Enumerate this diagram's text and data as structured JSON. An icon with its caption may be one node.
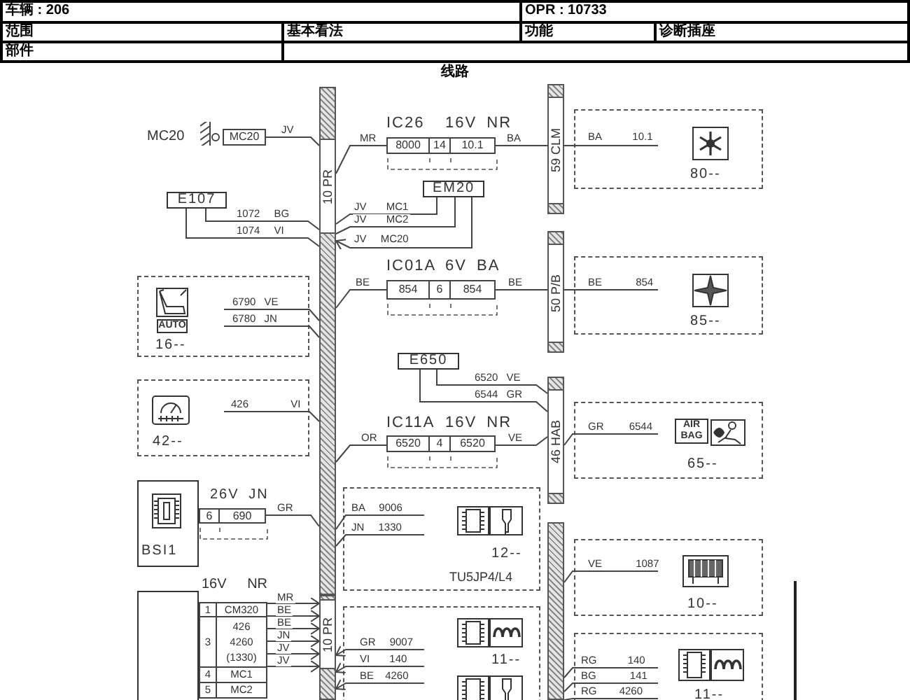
{
  "diagram": {
    "title": "线路",
    "nodes": [
      {
        "text": [
          "MC20"
        ],
        "beside": [
          "MC20"
        ]
      },
      {
        "text": [
          "10 PR"
        ]
      },
      {
        "text": [
          "10 PR"
        ]
      },
      {
        "text": [
          "59 CLM"
        ]
      },
      {
        "text": [
          "50 P/B"
        ]
      },
      {
        "text": [
          "46 HAB"
        ]
      },
      {
        "text": [],
        "shape": "bar"
      },
      {
        "text": [
          "IC26",
          "16V NR",
          "8000",
          "14",
          "10.1"
        ]
      },
      {
        "text": [
          "EM20"
        ]
      },
      {
        "text": [
          "E107"
        ]
      },
      {
        "text": [
          "IC01A",
          "6V BA",
          "854",
          "6",
          "854"
        ]
      },
      {
        "text": [
          "E650"
        ]
      },
      {
        "text": [
          "IC11A",
          "16V NR",
          "6520",
          "4",
          "6520"
        ]
      },
      {
        "text": [
          "AUTO",
          "16--"
        ]
      },
      {
        "text": [
          "42--"
        ]
      },
      {
        "text": [
          "80--"
        ]
      },
      {
        "text": [
          "85--"
        ]
      },
      {
        "text": [
          "AIR BAG",
          "65--"
        ]
      },
      {
        "text": [
          "12--",
          "TU5JP4/L4"
        ]
      },
      {
        "text": [
          "10--"
        ]
      },
      {
        "text": [
          "11--"
        ]
      },
      {
        "text": [
          "11--"
        ]
      },
      {
        "text": [
          "BSI1"
        ]
      },
      {
        "text": [
          "26V JN",
          "6",
          "690"
        ]
      },
      {
        "text": [],
        "shape": "box"
      },
      {
        "text": [
          "16V NR",
          "1",
          "CM320",
          "3",
          "426 4260 (1330)",
          "4",
          "MC1",
          "5",
          "MC2"
        ]
      }
    ],
    "edges": [
      {
        "from": 0,
        "to": 1,
        "arrow": "none",
        "label": "JV"
      },
      {
        "from": 1,
        "to": 7,
        "arrow": "none",
        "label": "MR"
      },
      {
        "from": 7,
        "to": 3,
        "arrow": "none",
        "label": "BA"
      },
      {
        "from": 3,
        "to": 15,
        "arrow": "none",
        "label": "BA 10.1"
      },
      {
        "from": 8,
        "to": 1,
        "arrow": "none",
        "label": "JV MC1"
      },
      {
        "from": 8,
        "to": 1,
        "arrow": "none",
        "label": "JV MC2"
      },
      {
        "from": 8,
        "to": 1,
        "arrow": "to",
        "label": "JV MC20"
      },
      {
        "from": 9,
        "to": 1,
        "arrow": "none",
        "label": "1072 BG"
      },
      {
        "from": 9,
        "to": 1,
        "arrow": "none",
        "label": "1074 VI"
      },
      {
        "from": 1,
        "to": 10,
        "arrow": "none",
        "label": "BE"
      },
      {
        "from": 10,
        "to": 4,
        "arrow": "none",
        "label": "BE"
      },
      {
        "from": 4,
        "to": 16,
        "arrow": "none",
        "label": "BE 854"
      },
      {
        "from": 13,
        "to": 1,
        "arrow": "none",
        "label": "6790 VE"
      },
      {
        "from": 13,
        "to": 1,
        "arrow": "none",
        "label": "6780 JN"
      },
      {
        "from": 14,
        "to": 1,
        "arrow": "none",
        "label": "426 VI"
      },
      {
        "from": 11,
        "to": 5,
        "arrow": "none",
        "label": "6520 VE"
      },
      {
        "from": 11,
        "to": 5,
        "arrow": "none",
        "label": "6544 GR"
      },
      {
        "from": 1,
        "to": 12,
        "arrow": "none",
        "label": "OR"
      },
      {
        "from": 12,
        "to": 5,
        "arrow": "none",
        "label": "VE"
      },
      {
        "from": 5,
        "to": 17,
        "arrow": "none",
        "label": "GR 6544"
      },
      {
        "from": 23,
        "to": 1,
        "arrow": "none",
        "label": "GR"
      },
      {
        "from": 1,
        "to": 18,
        "arrow": "none",
        "label": "BA 9006"
      },
      {
        "from": 1,
        "to": 18,
        "arrow": "none",
        "label": "JN 1330"
      },
      {
        "from": 6,
        "to": 19,
        "arrow": "none",
        "label": "VE 1087"
      },
      {
        "from": 25,
        "to": 2,
        "arrow": "to",
        "label": "MR"
      },
      {
        "from": 25,
        "to": 2,
        "arrow": "to",
        "label": "BE"
      },
      {
        "from": 25,
        "to": 2,
        "arrow": "to",
        "label": "BE"
      },
      {
        "from": 25,
        "to": 2,
        "arrow": "to",
        "label": "JN"
      },
      {
        "from": 25,
        "to": 2,
        "arrow": "to",
        "label": "JV"
      },
      {
        "from": 25,
        "to": 2,
        "arrow": "to",
        "label": "JV"
      },
      {
        "from": 20,
        "to": 2,
        "arrow": "to",
        "label": "GR 9007"
      },
      {
        "from": 20,
        "to": 2,
        "arrow": "to",
        "label": "VI 140"
      },
      {
        "from": 20,
        "to": 2,
        "arrow": "to",
        "label": "BE 4260"
      },
      {
        "from": 6,
        "to": 21,
        "arrow": "none",
        "label": "RG 140"
      },
      {
        "from": 6,
        "to": 21,
        "arrow": "none",
        "label": "BG 141"
      },
      {
        "from": 6,
        "to": 21,
        "arrow": "none",
        "label": "RG 4260"
      }
    ],
    "labels": [
      "车辆 : 206",
      "OPR : 10733",
      "范围",
      "基本看法",
      "功能",
      "诊断插座",
      "部件"
    ]
  }
}
